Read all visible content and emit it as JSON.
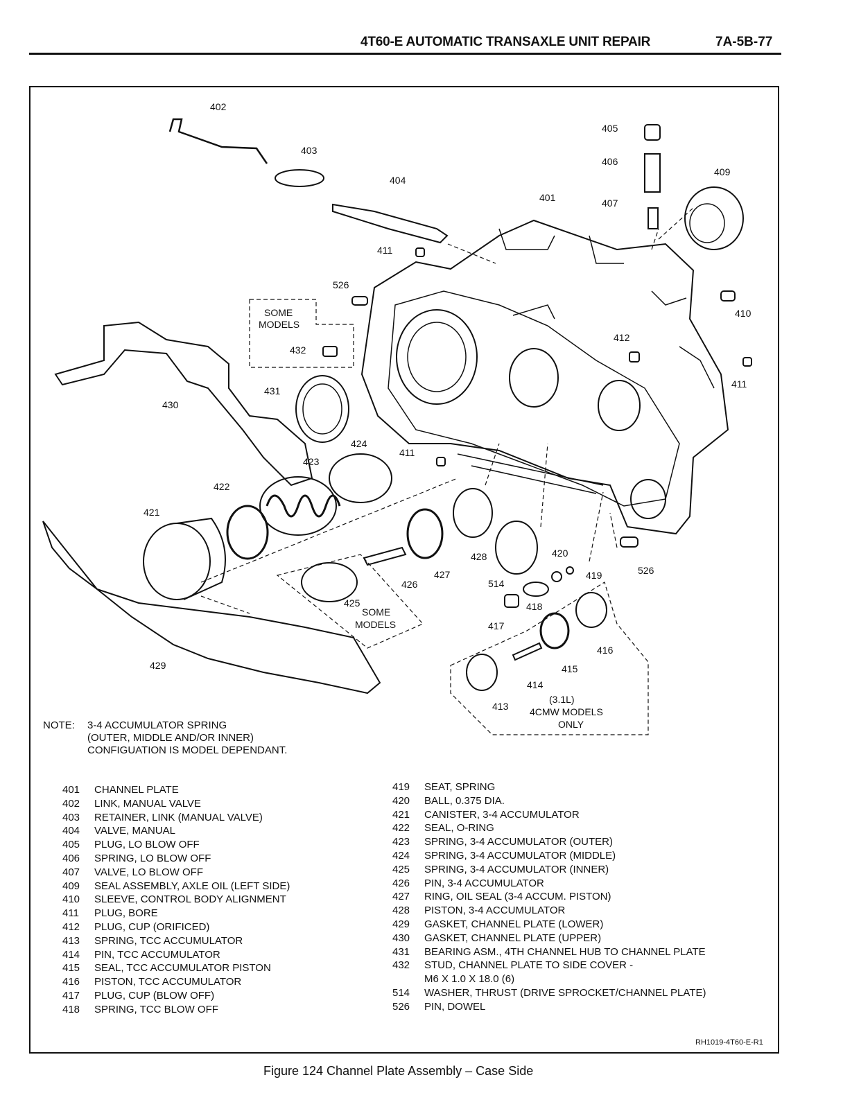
{
  "header": {
    "title": "4T60-E AUTOMATIC TRANSAXLE UNIT REPAIR",
    "page_number": "7A-5B-77"
  },
  "callouts": {
    "c402": "402",
    "c403": "403",
    "c404": "404",
    "c401": "401",
    "c405": "405",
    "c406": "406",
    "c407": "407",
    "c409": "409",
    "c411a": "411",
    "c526a": "526",
    "c410": "410",
    "c412": "412",
    "c411b": "411",
    "c432": "432",
    "c430": "430",
    "c431": "431",
    "c424": "424",
    "c411c": "411",
    "c423": "423",
    "c422": "422",
    "c421": "421",
    "c428": "428",
    "c427": "427",
    "c426": "426",
    "c425": "425",
    "c514": "514",
    "c420": "420",
    "c419": "419",
    "c526b": "526",
    "c418": "418",
    "c417": "417",
    "c416": "416",
    "c415": "415",
    "c414": "414",
    "c413": "413",
    "c429": "429"
  },
  "diagram_labels": {
    "some_models_1_a": "SOME",
    "some_models_1_b": "MODELS",
    "some_models_2_a": "SOME",
    "some_models_2_b": "MODELS",
    "engine_a": "(3.1L)",
    "engine_b": "4CMW MODELS",
    "engine_c": "ONLY"
  },
  "note": {
    "label": "NOTE:",
    "lines": [
      "3-4 ACCUMULATOR SPRING",
      "(OUTER, MIDDLE AND/OR INNER)",
      "CONFIGUATION IS MODEL DEPENDANT."
    ]
  },
  "legend_left": [
    {
      "num": "401",
      "desc": "CHANNEL PLATE"
    },
    {
      "num": "402",
      "desc": "LINK, MANUAL VALVE"
    },
    {
      "num": "403",
      "desc": "RETAINER, LINK (MANUAL VALVE)"
    },
    {
      "num": "404",
      "desc": "VALVE, MANUAL"
    },
    {
      "num": "405",
      "desc": "PLUG, LO BLOW OFF"
    },
    {
      "num": "406",
      "desc": "SPRING, LO BLOW OFF"
    },
    {
      "num": "407",
      "desc": "VALVE, LO BLOW OFF"
    },
    {
      "num": "409",
      "desc": "SEAL ASSEMBLY, AXLE OIL (LEFT SIDE)"
    },
    {
      "num": "410",
      "desc": "SLEEVE, CONTROL BODY ALIGNMENT"
    },
    {
      "num": "411",
      "desc": "PLUG, BORE"
    },
    {
      "num": "412",
      "desc": "PLUG, CUP (ORIFICED)"
    },
    {
      "num": "413",
      "desc": "SPRING, TCC ACCUMULATOR"
    },
    {
      "num": "414",
      "desc": "PIN, TCC ACCUMULATOR"
    },
    {
      "num": "415",
      "desc": "SEAL, TCC ACCUMULATOR PISTON"
    },
    {
      "num": "416",
      "desc": "PISTON, TCC ACCUMULATOR"
    },
    {
      "num": "417",
      "desc": "PLUG, CUP (BLOW OFF)"
    },
    {
      "num": "418",
      "desc": "SPRING, TCC BLOW OFF"
    }
  ],
  "legend_right": [
    {
      "num": "419",
      "desc": "SEAT, SPRING"
    },
    {
      "num": "420",
      "desc": "BALL, 0.375 DIA."
    },
    {
      "num": "421",
      "desc": "CANISTER, 3-4 ACCUMULATOR"
    },
    {
      "num": "422",
      "desc": "SEAL, O-RING"
    },
    {
      "num": "423",
      "desc": "SPRING, 3-4 ACCUMULATOR (OUTER)"
    },
    {
      "num": "424",
      "desc": "SPRING, 3-4 ACCUMULATOR (MIDDLE)"
    },
    {
      "num": "425",
      "desc": "SPRING, 3-4 ACCUMULATOR (INNER)"
    },
    {
      "num": "426",
      "desc": "PIN, 3-4 ACCUMULATOR"
    },
    {
      "num": "427",
      "desc": "RING, OIL SEAL (3-4 ACCUM. PISTON)"
    },
    {
      "num": "428",
      "desc": "PISTON, 3-4 ACCUMULATOR"
    },
    {
      "num": "429",
      "desc": "GASKET, CHANNEL PLATE (LOWER)"
    },
    {
      "num": "430",
      "desc": "GASKET, CHANNEL PLATE (UPPER)"
    },
    {
      "num": "431",
      "desc": "BEARING ASM., 4TH CHANNEL HUB TO CHANNEL PLATE"
    },
    {
      "num": "432",
      "desc": "STUD, CHANNEL PLATE TO SIDE COVER -"
    },
    {
      "num": "",
      "desc": "M6 X 1.0 X 18.0 (6)"
    },
    {
      "num": "514",
      "desc": "WASHER, THRUST (DRIVE SPROCKET/CHANNEL PLATE)"
    },
    {
      "num": "526",
      "desc": "PIN, DOWEL"
    }
  ],
  "reference_code": "RH1019-4T60-E-R1",
  "caption": "Figure 124 Channel Plate Assembly – Case Side"
}
